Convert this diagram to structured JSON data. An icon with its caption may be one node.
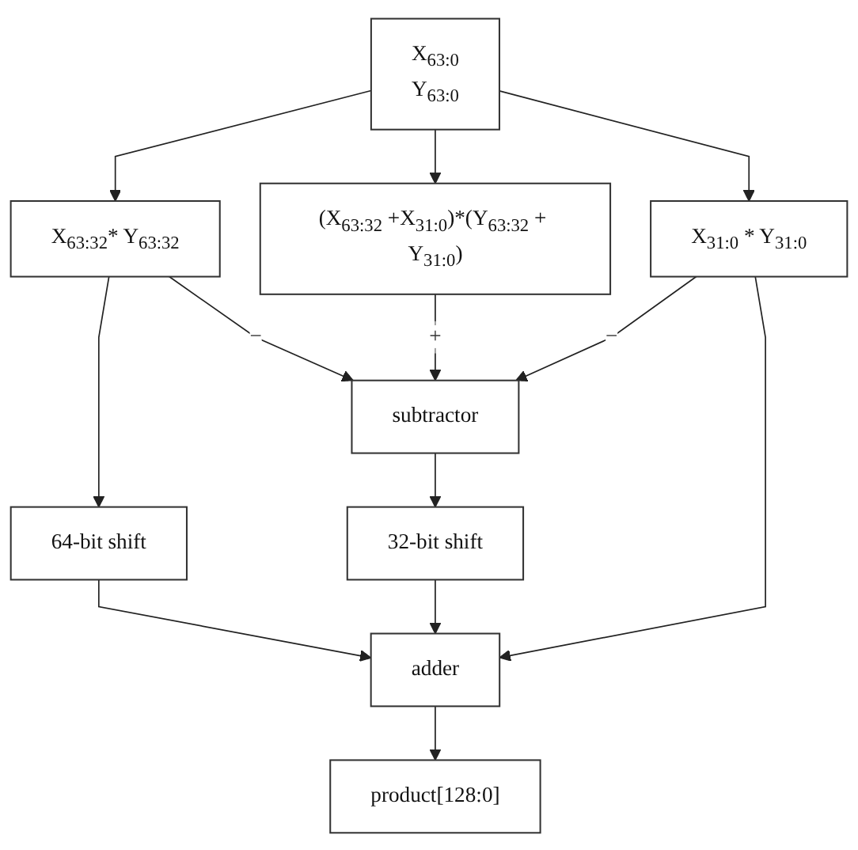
{
  "diagram": {
    "nodes": [
      {
        "text": [
          "X$_{63:0}$",
          "Y$_{63:0}$"
        ]
      },
      {
        "text": [
          "X$_{63:32}$* Y$_{63:32}$"
        ]
      },
      {
        "text": [
          "(X$_{63:32}$ +X$_{31:0}$)*(Y$_{63:32}$ + Y$_{31:0}$)"
        ]
      },
      {
        "text": [
          "X$_{31:0}$ * Y$_{31:0}$"
        ]
      },
      {
        "text": [
          "subtractor"
        ]
      },
      {
        "text": [
          "64-bit shift"
        ]
      },
      {
        "text": [
          "32-bit shift"
        ]
      },
      {
        "text": [
          "adder"
        ]
      },
      {
        "text": [
          "product[128:0]"
        ]
      }
    ],
    "edges": [
      {
        "from": 0,
        "to": 1,
        "arrow": "to"
      },
      {
        "from": 0,
        "to": 2,
        "arrow": "to"
      },
      {
        "from": 0,
        "to": 3,
        "arrow": "to"
      },
      {
        "from": 1,
        "to": 4,
        "arrow": "to",
        "label": "−"
      },
      {
        "from": 2,
        "to": 4,
        "arrow": "to",
        "label": "+"
      },
      {
        "from": 3,
        "to": 4,
        "arrow": "to",
        "label": "−"
      },
      {
        "from": 1,
        "to": 5,
        "arrow": "to"
      },
      {
        "from": 4,
        "to": 6,
        "arrow": "to"
      },
      {
        "from": 5,
        "to": 7,
        "arrow": "to"
      },
      {
        "from": 6,
        "to": 7,
        "arrow": "to"
      },
      {
        "from": 3,
        "to": 7,
        "arrow": "to"
      },
      {
        "from": 7,
        "to": 8,
        "arrow": "to"
      }
    ]
  }
}
